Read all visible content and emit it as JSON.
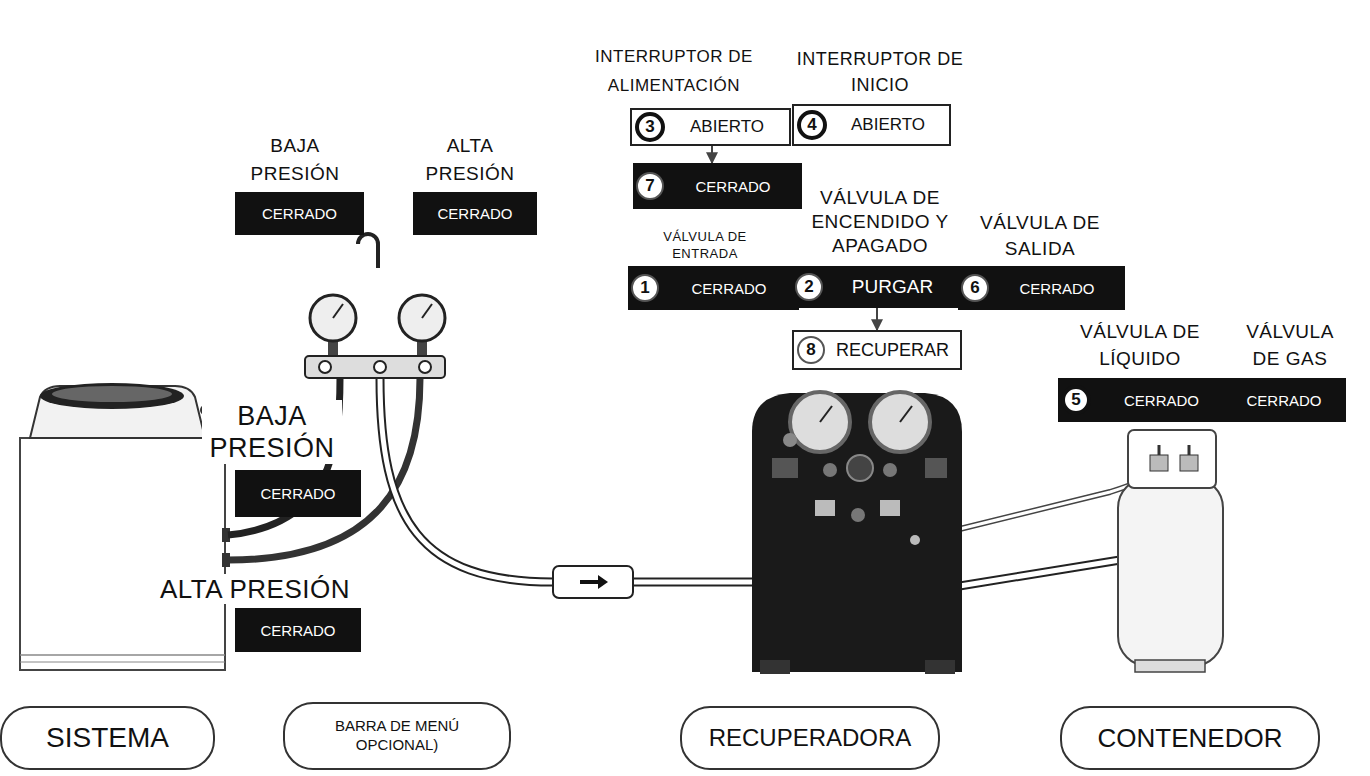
{
  "diagram": {
    "nodes": [
      {
        "text": [
          "INTERRUPTOR DE ALIMENTACIÓN",
          "3",
          "ABIERTO"
        ]
      },
      {
        "text": [
          "INTERRUPTOR DE INICIO",
          "4",
          "ABIERTO"
        ]
      },
      {
        "text": [
          "7",
          "CERRADO"
        ]
      },
      {
        "text": [
          "VÁLVULA DE ENTRADA",
          "1",
          "CERRADO"
        ]
      },
      {
        "text": [
          "VÁLVULA DE ENCENDIDO Y APAGADO",
          "2",
          "PURGAR"
        ]
      },
      {
        "text": [
          "8",
          "RECUPERAR"
        ]
      },
      {
        "text": [
          "VÁLVULA DE SALIDA",
          "6",
          "CERRADO"
        ]
      },
      {
        "text": [
          "BAJA PRESIÓN",
          "CERRADO"
        ]
      },
      {
        "text": [
          "ALTA PRESIÓN",
          "CERRADO"
        ]
      },
      {
        "text": [
          "VÁLVULA DE LÍQUIDO",
          "5",
          "CERRADO"
        ]
      },
      {
        "text": [
          "VÁLVULA DE GAS",
          "CERRADO"
        ]
      },
      {
        "text": [
          "BAJA PRESIÓN",
          "CERRADO"
        ]
      },
      {
        "text": [
          "ALTA PRESIÓN",
          "CERRADO"
        ]
      },
      {
        "text": [
          "SISTEMA"
        ]
      },
      {
        "text": [
          "BARRA DE MENÚ OPCIONAL)"
        ]
      },
      {
        "text": [
          "RECUPERADORA"
        ]
      },
      {
        "text": [
          "CONTENEDOR"
        ]
      }
    ],
    "edges": [
      {
        "from": 0,
        "to": 2,
        "arrow": "to"
      },
      {
        "from": 4,
        "to": 5,
        "arrow": "to"
      }
    ]
  }
}
